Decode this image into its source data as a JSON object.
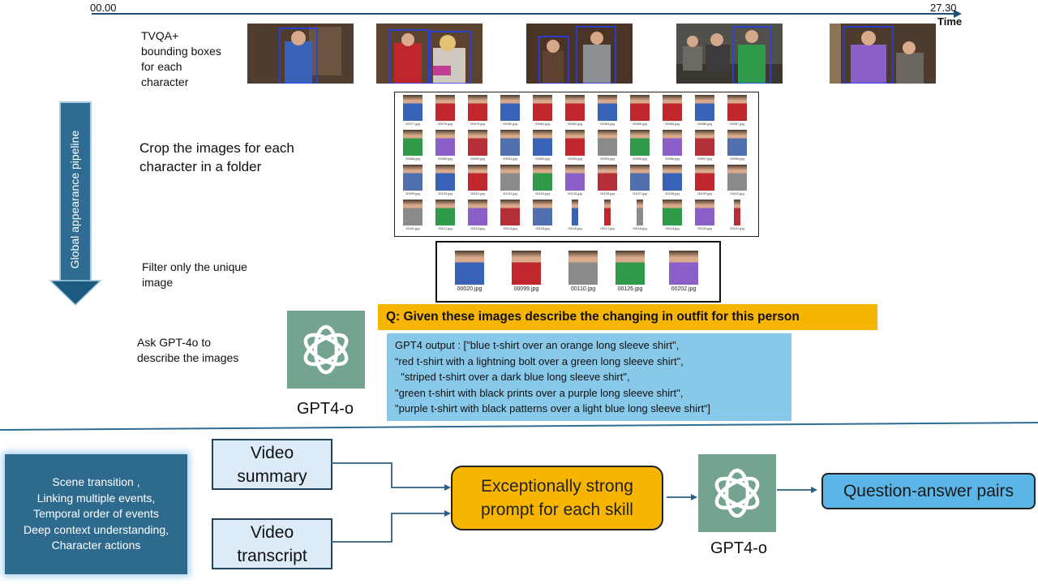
{
  "colors": {
    "timeline": "#1f4e79",
    "pipeline_arrow": "#2e6c94",
    "orange": "#f7b500",
    "light_blue": "#88c9ea",
    "gpt_green": "#74a48f",
    "skills_box": "#2e6a8e",
    "qa_box": "#5bb5e6",
    "input_box": "#dcebf7"
  },
  "timeline": {
    "start": "00.00",
    "end": "27.30",
    "axis_label": "Time"
  },
  "pipeline": {
    "arrow_label": "Global appearance pipeline",
    "step1": "TVQA+\nbounding boxes\nfor each\ncharacter",
    "step2": "Crop the images for each\ncharacter in a folder",
    "step3": "Filter only the unique\nimage",
    "step4": "Ask GPT-4o to\ndescribe the images"
  },
  "crop_folder": {
    "rows": [
      [
        "00077.jpg",
        "00078.jpg",
        "00079.jpg",
        "00080.jpg",
        "00081.jpg",
        "00082.jpg",
        "00083.jpg",
        "00084.jpg",
        "00085.jpg",
        "00086.jpg",
        "00087.jpg"
      ],
      [
        "00088.jpg",
        "00089.jpg",
        "00090.jpg",
        "00091.jpg",
        "00092.jpg",
        "00093.jpg",
        "00094.jpg",
        "00095.jpg",
        "00096.jpg",
        "00097.jpg",
        "00098.jpg"
      ],
      [
        "00099.jpg",
        "00100.jpg",
        "00101.jpg",
        "00102.jpg",
        "00103.jpg",
        "00105.jpg",
        "00106.jpg",
        "00107.jpg",
        "00108.jpg",
        "00109.jpg",
        "00110.jpg"
      ],
      [
        "00111.jpg",
        "00112.jpg",
        "00113.jpg",
        "00114.jpg",
        "00115.jpg",
        "00116.jpg",
        "00117.jpg",
        "00118.jpg",
        "00119.jpg",
        "00120.jpg",
        "00121.jpg"
      ]
    ]
  },
  "unique_images": [
    {
      "file": "00020.jpg",
      "shirt": "#3a63b8"
    },
    {
      "file": "00099.jpg",
      "shirt": "#c0272d"
    },
    {
      "file": "00110.jpg",
      "shirt": "#8a8a8a"
    },
    {
      "file": "00126.jpg",
      "shirt": "#2f9a4a"
    },
    {
      "file": "00202.jpg",
      "shirt": "#8a5fc7"
    }
  ],
  "question": "Q:  Given these images describe the changing in outfit for this person",
  "gpt_output": [
    "GPT4 output : [\"blue t-shirt over an orange long sleeve shirt\",",
    "“red t-shirt with a lightning bolt over a green long sleeve shirt\",",
    "  \"striped t-shirt over a dark blue long sleeve shirt\",",
    "\"green t-shirt with black prints over a purple long sleeve shirt\",",
    "\"purple t-shirt with black patterns over a light blue long sleeve shirt“]"
  ],
  "gpt_label_top": "GPT4-o",
  "bottom": {
    "skills": [
      "Scene transition ,",
      "Linking multiple events,",
      "Temporal order of events",
      "Deep context understanding,",
      "Character actions"
    ],
    "video_summary": "Video\nsummary",
    "video_transcript": "Video\ntranscript",
    "prompt": "Exceptionally strong\nprompt for each skill",
    "gpt_label": "GPT4-o",
    "output": "Question-answer pairs"
  }
}
